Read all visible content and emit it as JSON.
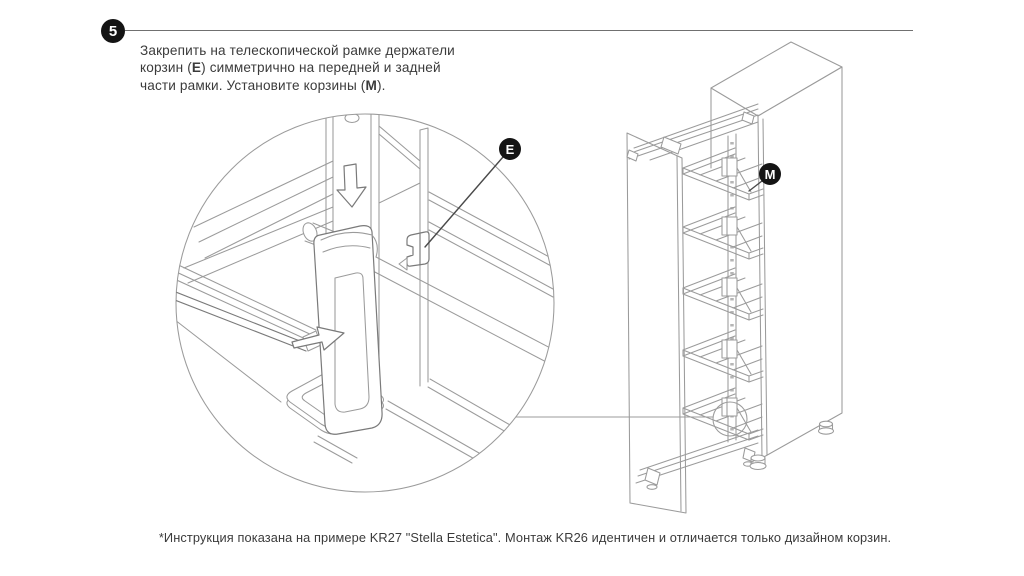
{
  "step": {
    "number": "5",
    "instruction": {
      "line1": "Закрепить на телескопической рамке держатели",
      "line2_pre": "корзин (",
      "line2_bold": "E",
      "line2_post": ") симметрично на передней и задней",
      "line3_pre": "части рамки. Установите корзины (",
      "line3_bold": "M",
      "line3_post": ")."
    }
  },
  "callouts": {
    "e_label": "E",
    "m_label": "M"
  },
  "footer": {
    "note": "*Инструкция показана на примере KR27 \"Stella Estetica\". Монтаж KR26 идентичен и отличается только дизайном корзин."
  },
  "colors": {
    "background": "#ffffff",
    "text": "#3b3b3b",
    "badge_bg": "#141414",
    "badge_text": "#ffffff",
    "rule": "#707070",
    "drawing_line": "#9b9b9b",
    "drawing_dark": "#7a7a7a",
    "leader": "#4a4a4a"
  }
}
